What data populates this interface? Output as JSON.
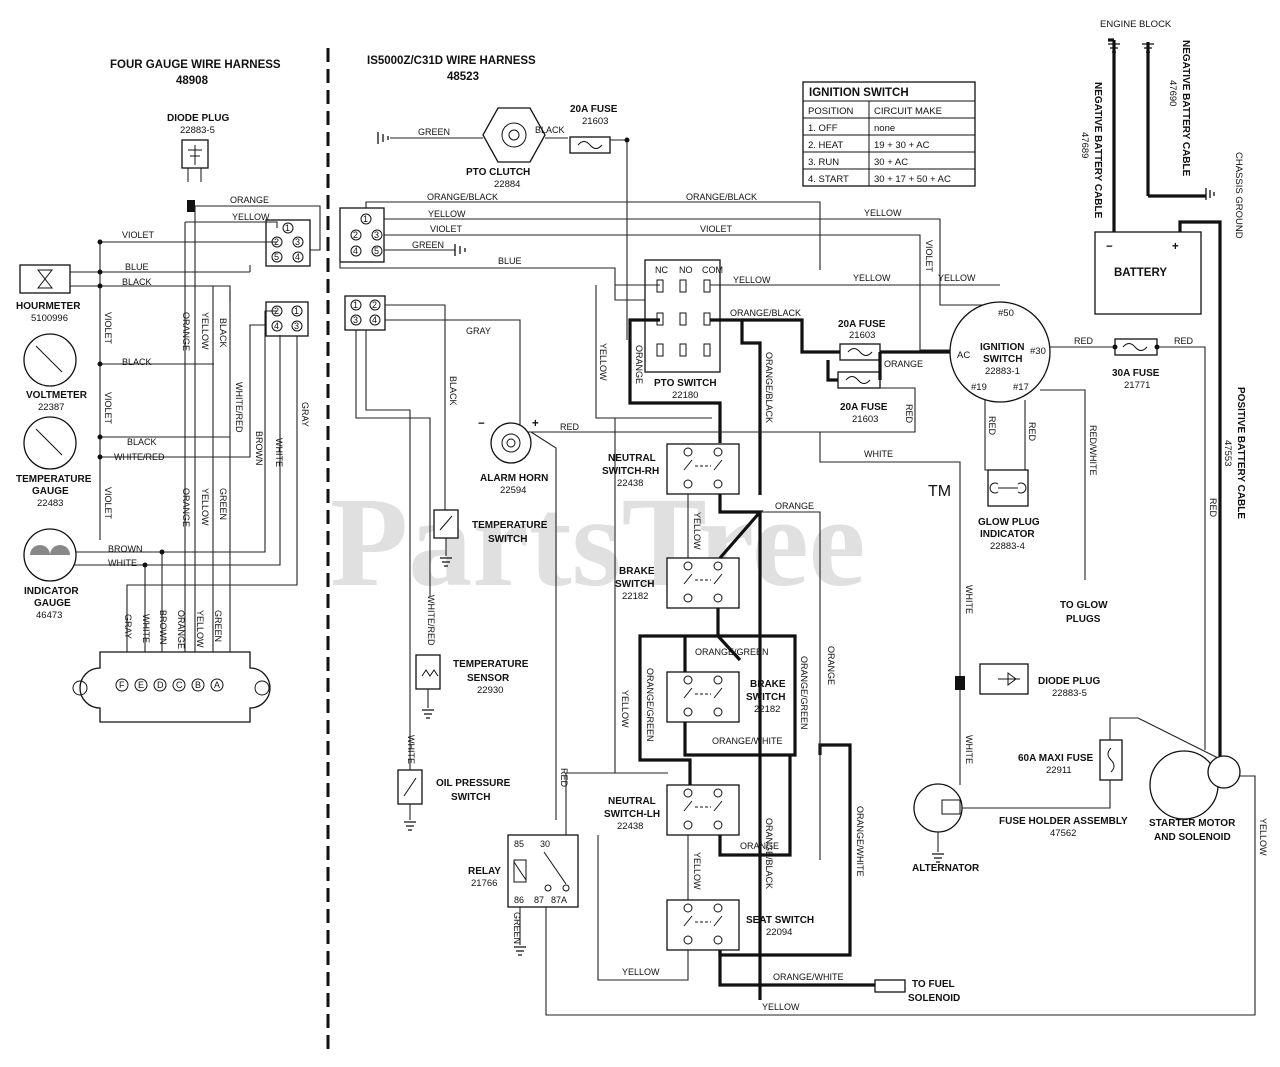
{
  "harness_left": {
    "title": "FOUR GAUGE WIRE HARNESS",
    "part": "48908"
  },
  "harness_right": {
    "title": "IS5000Z/C31D  WIRE HARNESS",
    "part": "48523"
  },
  "ignition_table": {
    "title": "IGNITION SWITCH",
    "header": [
      "POSITION",
      "CIRCUIT MAKE"
    ],
    "rows": [
      [
        "1. OFF",
        "none"
      ],
      [
        "2. HEAT",
        "19 + 30 + AC"
      ],
      [
        "3. RUN",
        "30 + AC"
      ],
      [
        "4. START",
        "30 + 17 + 50 + AC"
      ]
    ]
  },
  "components": {
    "diode_plug_l": {
      "name": "DIODE PLUG",
      "part": "22883-5"
    },
    "hourmeter": {
      "name": "HOURMETER",
      "part": "5100996"
    },
    "voltmeter": {
      "name": "VOLTMETER",
      "part": "22387"
    },
    "temp_gauge": {
      "name1": "TEMPERATURE",
      "name2": "GAUGE",
      "part": "22483"
    },
    "indicator_gauge": {
      "name1": "INDICATOR",
      "name2": "GAUGE",
      "part": "46473"
    },
    "pto_clutch": {
      "name": "PTO CLUTCH",
      "part": "22884"
    },
    "fuse_top": {
      "name": "20A FUSE",
      "part": "21603"
    },
    "pto_switch": {
      "name": "PTO SWITCH",
      "part": "22180",
      "pins": [
        "NC",
        "NO",
        "COM"
      ]
    },
    "fuse_mid1": {
      "name": "20A FUSE",
      "part": "21603"
    },
    "fuse_mid2": {
      "name": "20A FUSE",
      "part": "21603"
    },
    "ignition": {
      "name1": "IGNITION",
      "name2": "SWITCH",
      "part": "22883-1",
      "t50": "#50",
      "tac": "AC",
      "t30": "#30",
      "t19": "#19",
      "t17": "#17"
    },
    "fuse_30a": {
      "name": "30A FUSE",
      "part": "21771"
    },
    "battery": {
      "name": "BATTERY",
      "neg": "−",
      "pos": "+"
    },
    "alarm_horn": {
      "name": "ALARM HORN",
      "part": "22594",
      "neg": "−",
      "pos": "+"
    },
    "temp_switch": {
      "name1": "TEMPERATURE",
      "name2": "SWITCH"
    },
    "temp_sensor": {
      "name1": "TEMPERATURE",
      "name2": "SENSOR",
      "part": "22930"
    },
    "oil_switch": {
      "name1": "OIL PRESSURE",
      "name2": "SWITCH"
    },
    "relay": {
      "name": "RELAY",
      "part": "21766",
      "pins": [
        "85",
        "30",
        "86",
        "87",
        "87A"
      ]
    },
    "neutral_rh": {
      "name1": "NEUTRAL",
      "name2": "SWITCH-RH",
      "part": "22438"
    },
    "brake1": {
      "name1": "BRAKE",
      "name2": "SWITCH",
      "part": "22182"
    },
    "brake2": {
      "name1": "BRAKE",
      "name2": "SWITCH",
      "part": "22182"
    },
    "neutral_lh": {
      "name1": "NEUTRAL",
      "name2": "SWITCH-LH",
      "part": "22438"
    },
    "seat": {
      "name": "SEAT SWITCH",
      "part": "22094"
    },
    "glow_ind": {
      "name1": "GLOW PLUG",
      "name2": "INDICATOR",
      "part": "22883-4"
    },
    "glow_plugs": {
      "name1": "TO GLOW",
      "name2": "PLUGS"
    },
    "diode_plug_r": {
      "name": "DIODE PLUG",
      "part": "22883-5"
    },
    "maxi_fuse": {
      "name": "60A MAXI FUSE",
      "part": "22911"
    },
    "fuse_holder": {
      "name": "FUSE HOLDER ASSEMBLY",
      "part": "47562"
    },
    "alternator": {
      "name": "ALTERNATOR"
    },
    "starter": {
      "name1": "STARTER MOTOR",
      "name2": "AND SOLENOID"
    },
    "fuel_solenoid": {
      "name1": "TO FUEL",
      "name2": "SOLENOID"
    },
    "engine_block": {
      "name": "ENGINE BLOCK"
    },
    "chassis_ground": {
      "name": "CHASSIS GROUND"
    },
    "neg_cable_1": {
      "name": "NEGATIVE BATTERY CABLE",
      "part": "47690"
    },
    "neg_cable_2": {
      "name": "NEGATIVE BATTERY CABLE",
      "part": "47689"
    },
    "pos_cable": {
      "name": "POSITIVE BATTERY CABLE",
      "part": "47553"
    },
    "connector_pins": [
      "F",
      "E",
      "D",
      "C",
      "B",
      "A"
    ]
  },
  "wires": {
    "orange": "ORANGE",
    "yellow": "YELLOW",
    "violet": "VIOLET",
    "blue": "BLUE",
    "black": "BLACK",
    "green": "GREEN",
    "white": "WHITE",
    "gray": "GRAY",
    "brown": "BROWN",
    "white_red": "WHITE/RED",
    "orange_black": "ORANGE/BLACK",
    "orange_green": "ORANGE/GREEN",
    "orange_white": "ORANGE/WHITE",
    "red": "RED",
    "red_white": "RED/WHITE"
  },
  "watermark": {
    "text": "PartsTree",
    "tm": "TM"
  }
}
